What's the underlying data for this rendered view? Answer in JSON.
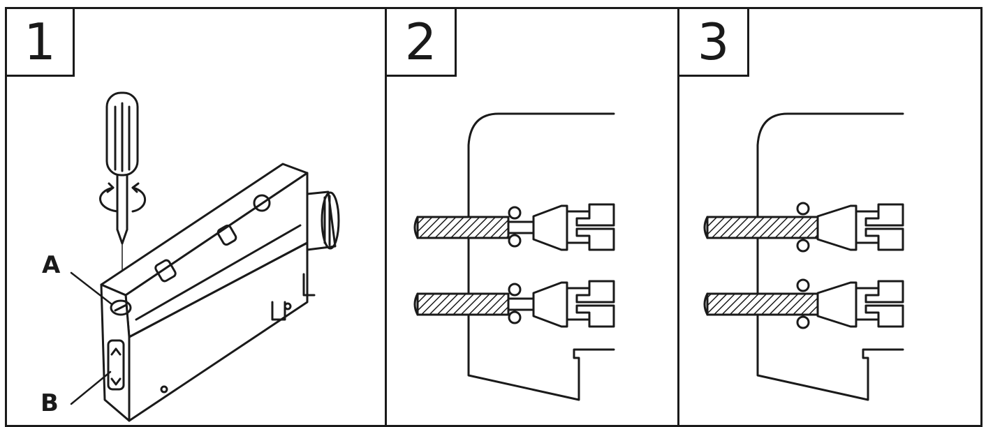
{
  "panels": [
    {
      "number": "1",
      "step": "adjust"
    },
    {
      "number": "2",
      "step": "unlocked"
    },
    {
      "number": "3",
      "step": "locked"
    }
  ],
  "callouts": {
    "a": "A",
    "b": "B"
  },
  "colors": {
    "ink": "#1a1a1a",
    "paper": "#ffffff"
  },
  "icons": [
    "screwdriver-icon",
    "rotation-arrow-icon",
    "fiber-cable-icon",
    "fiber-connector-icon",
    "lock-lever-icon"
  ]
}
